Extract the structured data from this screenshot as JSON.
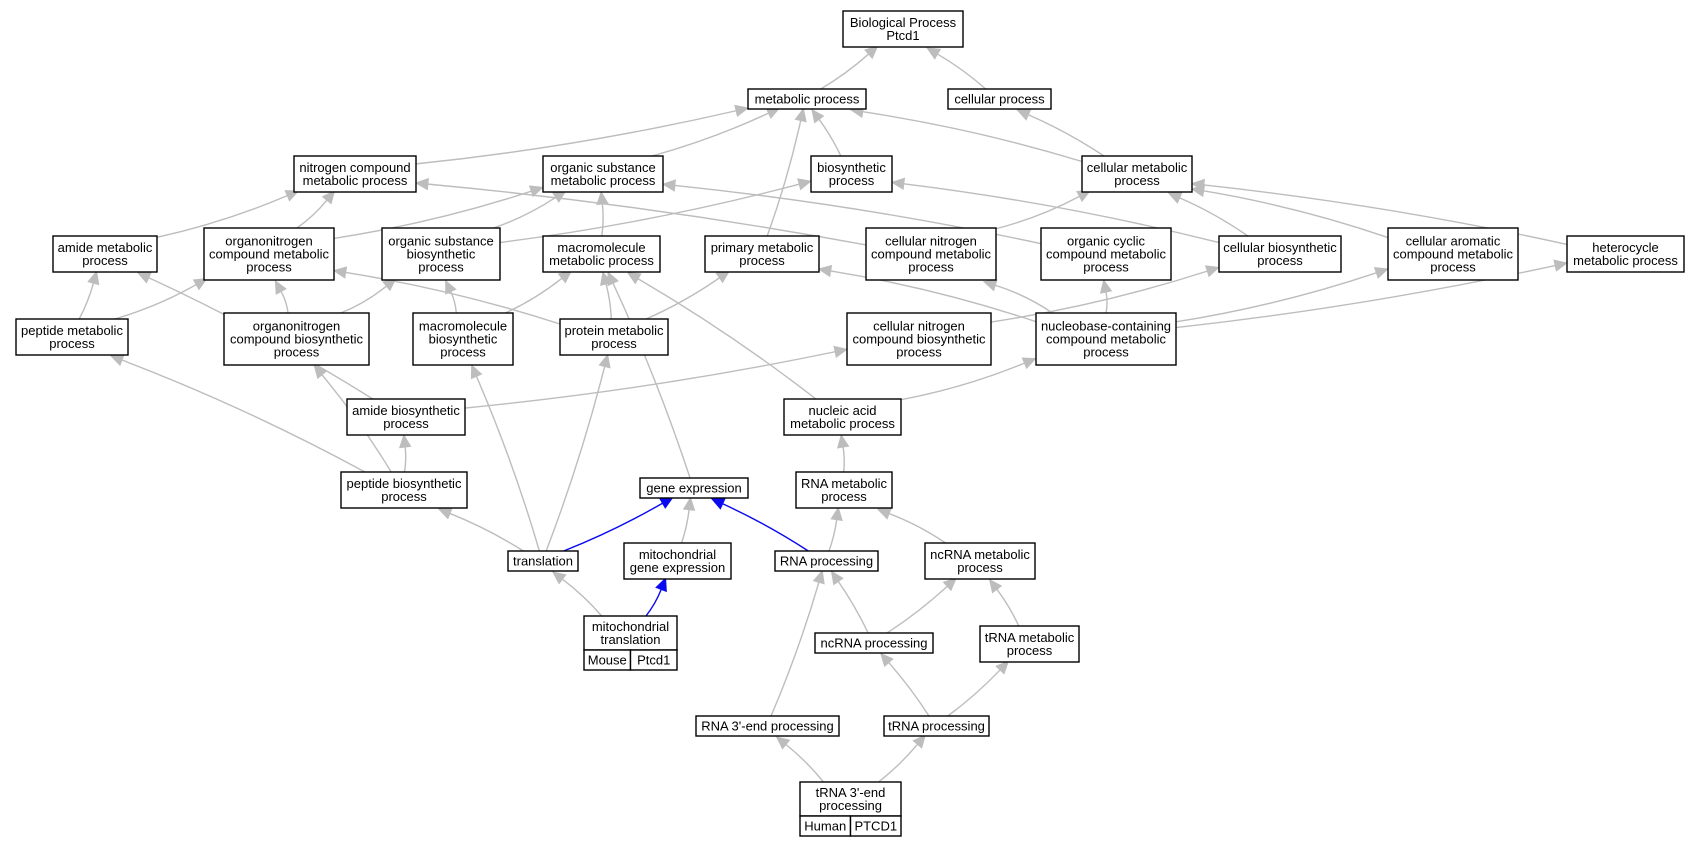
{
  "colors": {
    "edge": "#bdbdbd",
    "highlight_edge": "#0a0af0",
    "mouse_tag": "#add8e6",
    "human_tag": "#f05a46",
    "node_border": "#000000"
  },
  "nodes": {
    "bp": {
      "lines": [
        "Biological Process",
        "Ptcd1"
      ]
    },
    "metab": {
      "lines": [
        "metabolic process"
      ]
    },
    "cellp": {
      "lines": [
        "cellular process"
      ]
    },
    "ncmp": {
      "lines": [
        "nitrogen compound",
        "metabolic process"
      ]
    },
    "osmp": {
      "lines": [
        "organic substance",
        "metabolic process"
      ]
    },
    "biosyn": {
      "lines": [
        "biosynthetic",
        "process"
      ]
    },
    "cmp": {
      "lines": [
        "cellular metabolic",
        "process"
      ]
    },
    "amide": {
      "lines": [
        "amide metabolic",
        "process"
      ]
    },
    "oncmp": {
      "lines": [
        "organonitrogen",
        "compound metabolic",
        "process"
      ]
    },
    "osbp": {
      "lines": [
        "organic substance",
        "biosynthetic",
        "process"
      ]
    },
    "macmp": {
      "lines": [
        "macromolecule",
        "metabolic process"
      ]
    },
    "primary": {
      "lines": [
        "primary metabolic",
        "process"
      ]
    },
    "cncmp": {
      "lines": [
        "cellular nitrogen",
        "compound metabolic",
        "process"
      ]
    },
    "occmp": {
      "lines": [
        "organic cyclic",
        "compound metabolic",
        "process"
      ]
    },
    "cbp": {
      "lines": [
        "cellular biosynthetic",
        "process"
      ]
    },
    "cacmp": {
      "lines": [
        "cellular aromatic",
        "compound metabolic",
        "process"
      ]
    },
    "hetero": {
      "lines": [
        "heterocycle",
        "metabolic process"
      ]
    },
    "pepmp": {
      "lines": [
        "peptide metabolic",
        "process"
      ]
    },
    "oncbp": {
      "lines": [
        "organonitrogen",
        "compound biosynthetic",
        "process"
      ]
    },
    "macbp": {
      "lines": [
        "macromolecule",
        "biosynthetic",
        "process"
      ]
    },
    "protmp": {
      "lines": [
        "protein metabolic",
        "process"
      ]
    },
    "cncbp": {
      "lines": [
        "cellular nitrogen",
        "compound biosynthetic",
        "process"
      ]
    },
    "nbcmp": {
      "lines": [
        "nucleobase-containing",
        "compound metabolic",
        "process"
      ]
    },
    "amidebp": {
      "lines": [
        "amide biosynthetic",
        "process"
      ]
    },
    "namp": {
      "lines": [
        "nucleic acid",
        "metabolic process"
      ]
    },
    "pepbp": {
      "lines": [
        "peptide biosynthetic",
        "process"
      ]
    },
    "geneexp": {
      "lines": [
        "gene expression"
      ]
    },
    "rnamp": {
      "lines": [
        "RNA metabolic",
        "process"
      ]
    },
    "transl": {
      "lines": [
        "translation"
      ]
    },
    "mitoge": {
      "lines": [
        "mitochondrial",
        "gene expression"
      ]
    },
    "rnaproc": {
      "lines": [
        "RNA processing"
      ]
    },
    "ncrnamp": {
      "lines": [
        "ncRNA metabolic",
        "process"
      ]
    },
    "mitotr": {
      "lines": [
        "mitochondrial",
        "translation"
      ],
      "tags": [
        "Mouse",
        "Ptcd1"
      ],
      "tag_color": "mouse"
    },
    "ncrnap": {
      "lines": [
        "ncRNA processing"
      ]
    },
    "trnamp": {
      "lines": [
        "tRNA metabolic",
        "process"
      ]
    },
    "rna3": {
      "lines": [
        "RNA 3'-end processing"
      ]
    },
    "trnap": {
      "lines": [
        "tRNA processing"
      ]
    },
    "trna3": {
      "lines": [
        "tRNA 3'-end",
        "processing"
      ],
      "tags": [
        "Human",
        "PTCD1"
      ],
      "tag_color": "human"
    }
  },
  "edges": [
    [
      "metab",
      "bp"
    ],
    [
      "cellp",
      "bp"
    ],
    [
      "ncmp",
      "metab"
    ],
    [
      "osmp",
      "metab"
    ],
    [
      "biosyn",
      "metab"
    ],
    [
      "cmp",
      "metab"
    ],
    [
      "cmp",
      "cellp"
    ],
    [
      "primary",
      "metab"
    ],
    [
      "amide",
      "ncmp"
    ],
    [
      "oncmp",
      "ncmp"
    ],
    [
      "oncmp",
      "osmp"
    ],
    [
      "osbp",
      "osmp"
    ],
    [
      "osbp",
      "biosyn"
    ],
    [
      "macmp",
      "osmp"
    ],
    [
      "cncmp",
      "ncmp"
    ],
    [
      "cncmp",
      "cmp"
    ],
    [
      "occmp",
      "osmp"
    ],
    [
      "cbp",
      "cmp"
    ],
    [
      "cbp",
      "biosyn"
    ],
    [
      "cacmp",
      "cmp"
    ],
    [
      "hetero",
      "cmp"
    ],
    [
      "pepmp",
      "amide"
    ],
    [
      "pepmp",
      "oncmp"
    ],
    [
      "oncbp",
      "oncmp"
    ],
    [
      "oncbp",
      "osbp"
    ],
    [
      "macbp",
      "osbp"
    ],
    [
      "macbp",
      "macmp"
    ],
    [
      "protmp",
      "oncmp"
    ],
    [
      "protmp",
      "macmp"
    ],
    [
      "protmp",
      "primary"
    ],
    [
      "cncbp",
      "cbp"
    ],
    [
      "nbcmp",
      "cncmp"
    ],
    [
      "nbcmp",
      "occmp"
    ],
    [
      "nbcmp",
      "cacmp"
    ],
    [
      "nbcmp",
      "hetero"
    ],
    [
      "nbcmp",
      "primary"
    ],
    [
      "amidebp",
      "amide"
    ],
    [
      "amidebp",
      "cncbp"
    ],
    [
      "namp",
      "macmp"
    ],
    [
      "namp",
      "nbcmp"
    ],
    [
      "pepbp",
      "pepmp"
    ],
    [
      "pepbp",
      "amidebp"
    ],
    [
      "pepbp",
      "oncbp"
    ],
    [
      "geneexp",
      "macmp"
    ],
    [
      "rnamp",
      "namp"
    ],
    [
      "transl",
      "pepbp"
    ],
    [
      "transl",
      "macbp"
    ],
    [
      "transl",
      "protmp"
    ],
    [
      "transl",
      "geneexp",
      1
    ],
    [
      "mitoge",
      "geneexp"
    ],
    [
      "rnaproc",
      "geneexp",
      1
    ],
    [
      "rnaproc",
      "rnamp"
    ],
    [
      "ncrnamp",
      "rnamp"
    ],
    [
      "mitotr",
      "transl"
    ],
    [
      "mitotr",
      "mitoge",
      1
    ],
    [
      "ncrnap",
      "rnaproc"
    ],
    [
      "ncrnap",
      "ncrnamp"
    ],
    [
      "trnamp",
      "ncrnamp"
    ],
    [
      "rna3",
      "rnaproc"
    ],
    [
      "trnap",
      "ncrnap"
    ],
    [
      "trnap",
      "trnamp"
    ],
    [
      "trna3",
      "rna3"
    ],
    [
      "trna3",
      "trnap"
    ]
  ]
}
